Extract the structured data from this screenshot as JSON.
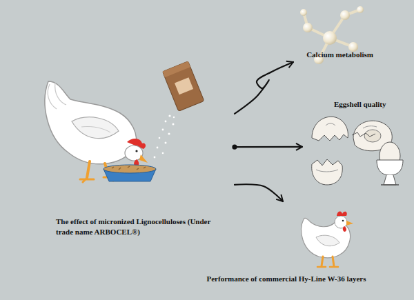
{
  "diagram": {
    "nodes": [
      {
        "text": [
          "The effect of micronized Lignocelluloses (Under trade name ARBOCEL®)"
        ]
      },
      {
        "text": [
          "Calcium metabolism"
        ]
      },
      {
        "text": [
          "Eggshell quality"
        ]
      },
      {
        "text": [
          "Performance of commercial Hy-Line W-36 layers"
        ]
      }
    ],
    "edges": [
      {
        "from": 0,
        "to": 1,
        "arrow": "to"
      },
      {
        "from": 0,
        "to": 2,
        "arrow": "to"
      },
      {
        "from": 0,
        "to": 3,
        "arrow": "to"
      }
    ]
  }
}
